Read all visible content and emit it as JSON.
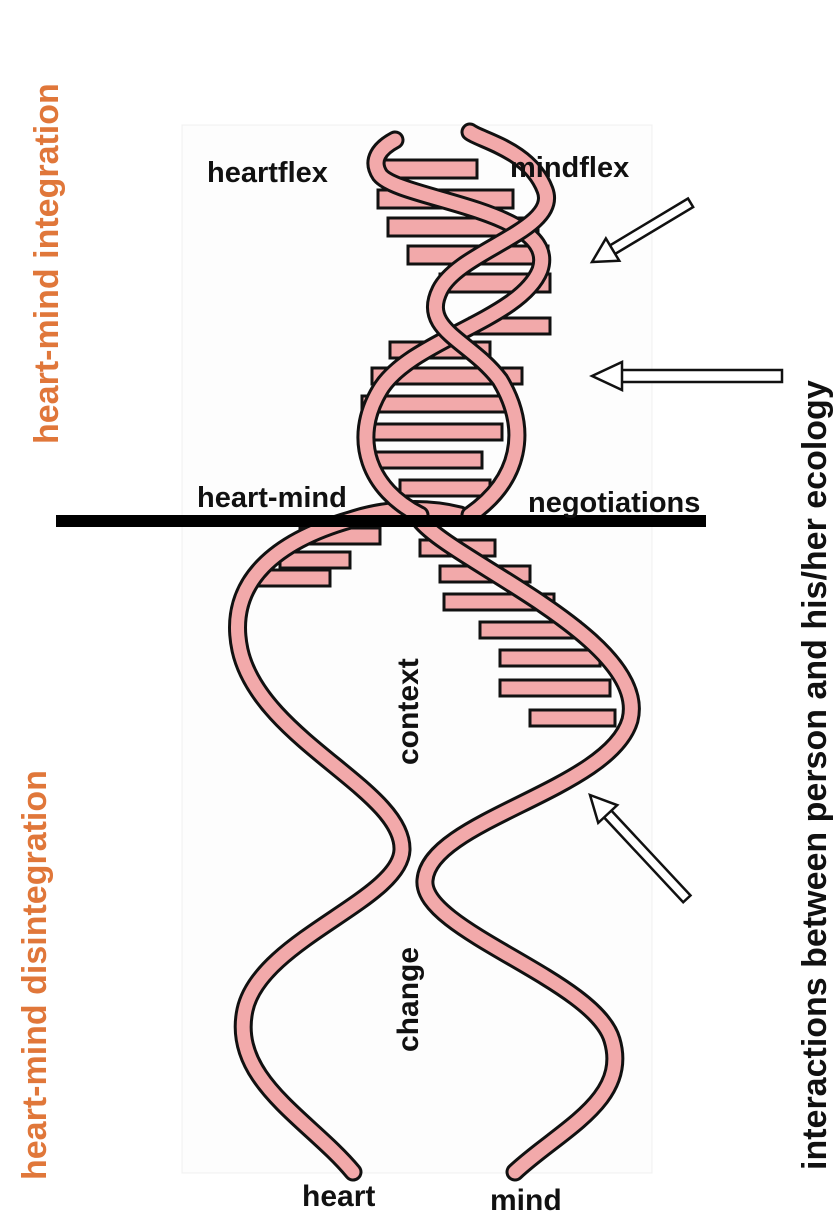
{
  "diagram": {
    "side_labels": {
      "top_left": "heart-mind integration",
      "bottom_left": "heart-mind disintegration",
      "right": "interactions between person and his/her ecology"
    },
    "strand_labels": {
      "heartflex": "heartflex",
      "mindflex": "mindflex",
      "heart_mind": "heart-mind",
      "negotiations": "negotiations",
      "context": "context",
      "change": "change",
      "heart": "heart",
      "mind": "mind"
    },
    "colors": {
      "strand_fill": "#f2a9aa",
      "strand_outline": "#111111",
      "orange_label": "#e0773a",
      "divider": "#000000"
    }
  }
}
